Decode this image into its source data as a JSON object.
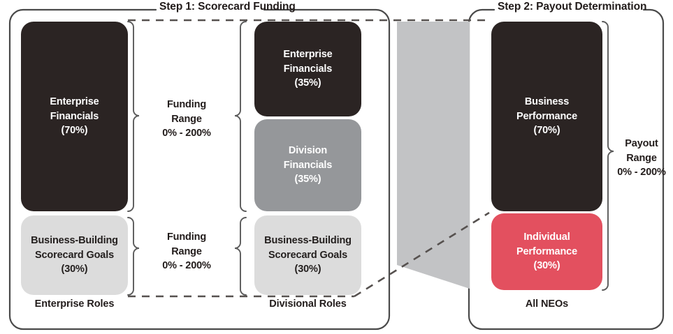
{
  "diagram": {
    "title_step1": "Step 1: Scorecard Funding",
    "title_step2": "Step 2: Payout Determination"
  },
  "colors": {
    "dark": "#2B2423",
    "mid_gray": "#95979A",
    "light_gray": "#DCDCDC",
    "red": "#E3505F",
    "outline": "#4A4A4A",
    "connector_fill": "#C2C3C5",
    "text_dark": "#221C1B",
    "text_light": "#FFFFFF"
  },
  "step1": {
    "enterprise_roles": {
      "group_label": "Enterprise Roles",
      "boxes": [
        {
          "name": "enterprise-financials",
          "line1": "Enterprise",
          "line2": "Financials",
          "line3": "(70%)",
          "weight": "70%",
          "style": "dark"
        },
        {
          "name": "business-building-scorecard-goals",
          "line1": "Business-Building",
          "line2": "Scorecard Goals",
          "line3": "(30%)",
          "weight": "30%",
          "style": "light"
        }
      ]
    },
    "divisional_roles": {
      "group_label": "Divisional Roles",
      "boxes": [
        {
          "name": "enterprise-financials",
          "line1": "Enterprise",
          "line2": "Financials",
          "line3": "(35%)",
          "weight": "35%",
          "style": "dark"
        },
        {
          "name": "division-financials",
          "line1": "Division",
          "line2": "Financials",
          "line3": "(35%)",
          "weight": "35%",
          "style": "mid"
        },
        {
          "name": "business-building-scorecard-goals",
          "line1": "Business-Building",
          "line2": "Scorecard Goals",
          "line3": "(30%)",
          "weight": "30%",
          "style": "light"
        }
      ]
    },
    "funding_range_top": {
      "line1": "Funding",
      "line2": "Range",
      "line3": "0% - 200%"
    },
    "funding_range_bottom": {
      "line1": "Funding",
      "line2": "Range",
      "line3": "0% - 200%"
    }
  },
  "step2": {
    "all_neos": {
      "group_label": "All NEOs",
      "boxes": [
        {
          "name": "business-performance",
          "line1": "Business",
          "line2": "Performance",
          "line3": "(70%)",
          "weight": "70%",
          "style": "dark"
        },
        {
          "name": "individual-performance",
          "line1": "Individual",
          "line2": "Performance",
          "line3": "(30%)",
          "weight": "30%",
          "style": "red"
        }
      ]
    },
    "payout_range": {
      "line1": "Payout",
      "line2": "Range",
      "line3": "0% - 200%"
    }
  }
}
